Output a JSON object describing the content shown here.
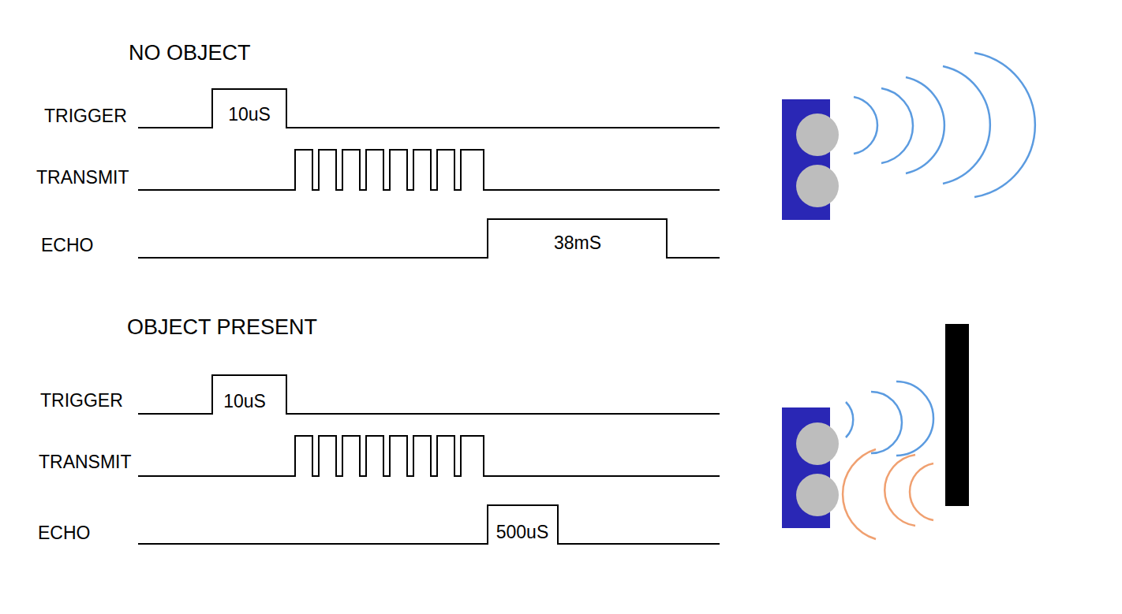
{
  "diagram": {
    "labels": [
      "NO OBJECT",
      "TRIGGER",
      "10uS",
      "TRANSMIT",
      "ECHO",
      "38mS",
      "OBJECT PRESENT",
      "TRIGGER",
      "10uS",
      "TRANSMIT",
      "ECHO",
      "500uS"
    ]
  }
}
